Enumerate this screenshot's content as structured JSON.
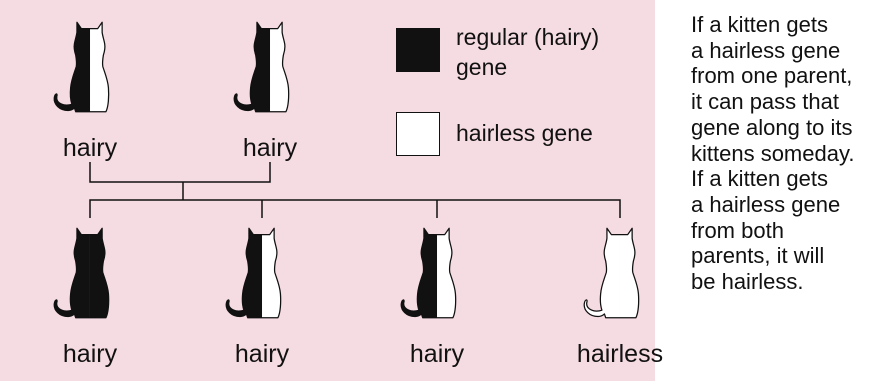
{
  "legend": {
    "regular": {
      "lines": [
        "regular (hairy)",
        "gene"
      ],
      "color": "#111111"
    },
    "hairless": {
      "label": "hairless gene",
      "color": "#ffffff"
    }
  },
  "parents": [
    {
      "label": "hairy",
      "genes": [
        "regular",
        "hairless"
      ]
    },
    {
      "label": "hairy",
      "genes": [
        "regular",
        "hairless"
      ]
    }
  ],
  "kittens": [
    {
      "label": "hairy",
      "genes": [
        "regular",
        "regular"
      ]
    },
    {
      "label": "hairy",
      "genes": [
        "regular",
        "hairless"
      ]
    },
    {
      "label": "hairy",
      "genes": [
        "regular",
        "hairless"
      ]
    },
    {
      "label": "hairless",
      "genes": [
        "hairless",
        "hairless"
      ]
    }
  ],
  "note_lines": [
    "If a kitten gets",
    "a hairless gene",
    "from one parent,",
    "it can pass that",
    "gene along to its",
    "kittens someday.",
    "If a kitten gets",
    "a hairless gene",
    "from both",
    "parents, it will",
    "be hairless."
  ],
  "colors": {
    "background": "#f5dbe2",
    "regular": "#111111",
    "hairless": "#ffffff",
    "outline": "#111111"
  }
}
